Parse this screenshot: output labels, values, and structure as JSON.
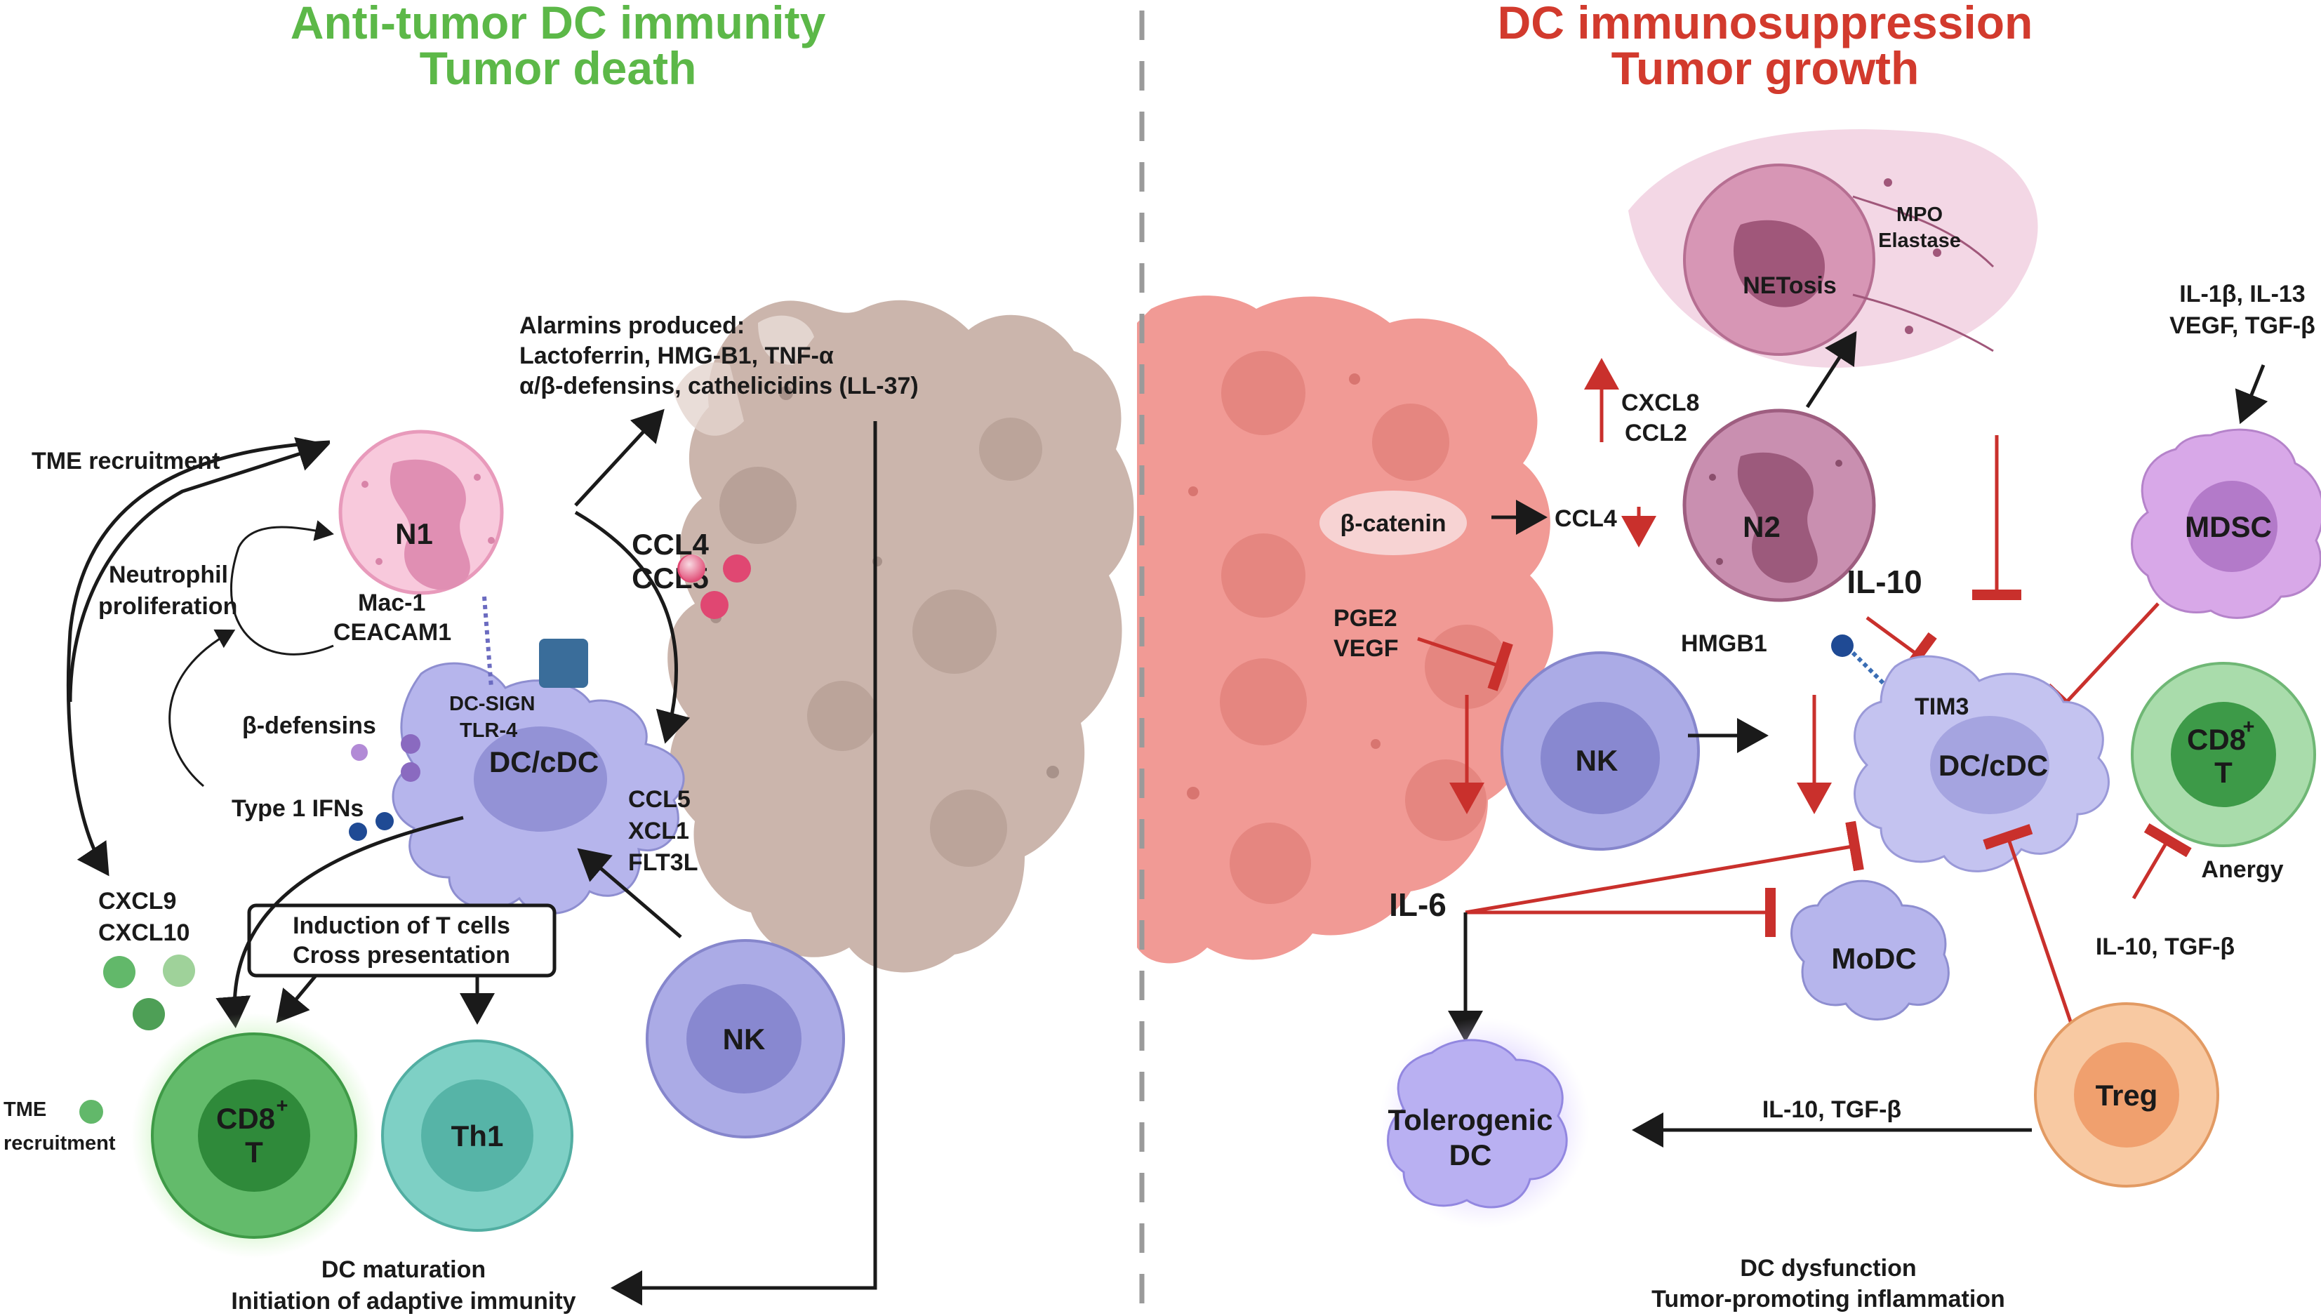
{
  "titles": {
    "left_line1": "Anti-tumor DC immunity",
    "left_line2": "Tumor death",
    "right_line1": "DC immunosuppression",
    "right_line2": "Tumor growth"
  },
  "left": {
    "alarmins_line1": "Alarmins produced:",
    "alarmins_line2": "Lactoferrin, HMG-B1, TNF-α",
    "alarmins_line3": "α/β-defensins, cathelicidins (LL-37)",
    "tme_recruitment": "TME recruitment",
    "neutrophil_prolif_1": "Neutrophil",
    "neutrophil_prolif_2": "proliferation",
    "n1": "N1",
    "mac1": "Mac-1",
    "ceacam1": "CEACAM1",
    "dc_sign": "DC-SIGN",
    "tlr4": "TLR-4",
    "b_defensins": "β-defensins",
    "type1_ifns": "Type 1 IFNs",
    "dc_cdc": "DC/cDC",
    "ccl4": "CCL4",
    "ccl5": "CCL5",
    "nk_chem_1": "CCL5",
    "nk_chem_2": "XCL1",
    "nk_chem_3": "FLT3L",
    "nk": "NK",
    "cxcl9": "CXCL9",
    "cxcl10": "CXCL10",
    "induction_1": "Induction of T cells",
    "induction_2": "Cross presentation",
    "tme_recruit_2a": "TME",
    "tme_recruit_2b": "recruitment",
    "cd8_a": "CD8",
    "cd8_sup": "+",
    "cd8_b": "T",
    "th1": "Th1",
    "maturation_1": "DC maturation",
    "maturation_2": "Initiation of adaptive immunity"
  },
  "right": {
    "netosis": "NETosis",
    "mpo": "MPO",
    "elastase": "Elastase",
    "cxcl8": "CXCL8",
    "ccl2": "CCL2",
    "b_catenin": "β-catenin",
    "ccl4": "CCL4",
    "n2": "N2",
    "il10": "IL-10",
    "pge2": "PGE2",
    "vegf": "VEGF",
    "hmgb1": "HMGB1",
    "tim3": "TIM3",
    "il1b_line1": "IL-1β, IL-13",
    "il1b_line2": "VEGF, TGF-β",
    "mdsc": "MDSC",
    "nk": "NK",
    "dc_cdc": "DC/cDC",
    "cd8_a": "CD8",
    "cd8_sup": "+",
    "cd8_b": "T",
    "anergy": "Anergy",
    "il6": "IL-6",
    "modc": "MoDC",
    "il10_tgfb_1": "IL-10, TGF-β",
    "il10_tgfb_2": "IL-10, TGF-β",
    "treg": "Treg",
    "tolerogenic_1": "Tolerogenic",
    "tolerogenic_2": "DC",
    "dysfunction_1": "DC dysfunction",
    "dysfunction_2": "Tumor-promoting inflammation"
  },
  "colors": {
    "green_title": "#5cb848",
    "red_title": "#d23a2d",
    "inhibition_red": "#c9302c",
    "arrow_black": "#1a1a1a"
  }
}
